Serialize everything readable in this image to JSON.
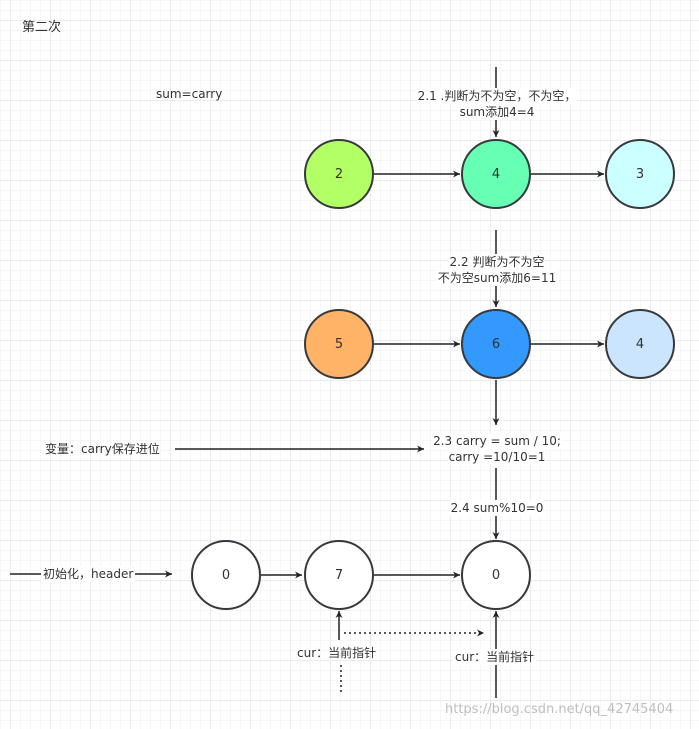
{
  "title": "第二次",
  "note": "sum=carry",
  "step_2_1": {
    "line1": "2.1 .判断为不为空，不为空，",
    "line2": "sum添加4=4"
  },
  "step_2_2": {
    "line1": "2.2 判断为不为空",
    "line2": "不为空sum添加6=11"
  },
  "step_2_3": {
    "line1": "2.3 carry = sum / 10;",
    "line2": "carry =10/10=1"
  },
  "step_2_4": "2.4 sum%10=0",
  "carry_label": "变量：carry保存进位",
  "init_label": "初始化，header",
  "cur_label_left": "cur：当前指针",
  "cur_label_right": "cur：当前指针",
  "list1": [
    {
      "value": "2",
      "fill": "#B3FF66"
    },
    {
      "value": "4",
      "fill": "#66FFB3"
    },
    {
      "value": "3",
      "fill": "#CCFFFF"
    }
  ],
  "list2": [
    {
      "value": "5",
      "fill": "#FFB366"
    },
    {
      "value": "6",
      "fill": "#3399FF"
    },
    {
      "value": "4",
      "fill": "#CCE5FF"
    }
  ],
  "result": [
    {
      "value": "0",
      "fill": "#FFFFFF"
    },
    {
      "value": "7",
      "fill": "#FFFFFF"
    },
    {
      "value": "0",
      "fill": "#FFFFFF"
    }
  ],
  "watermark": "https://blog.csdn.net/qq_42745404"
}
